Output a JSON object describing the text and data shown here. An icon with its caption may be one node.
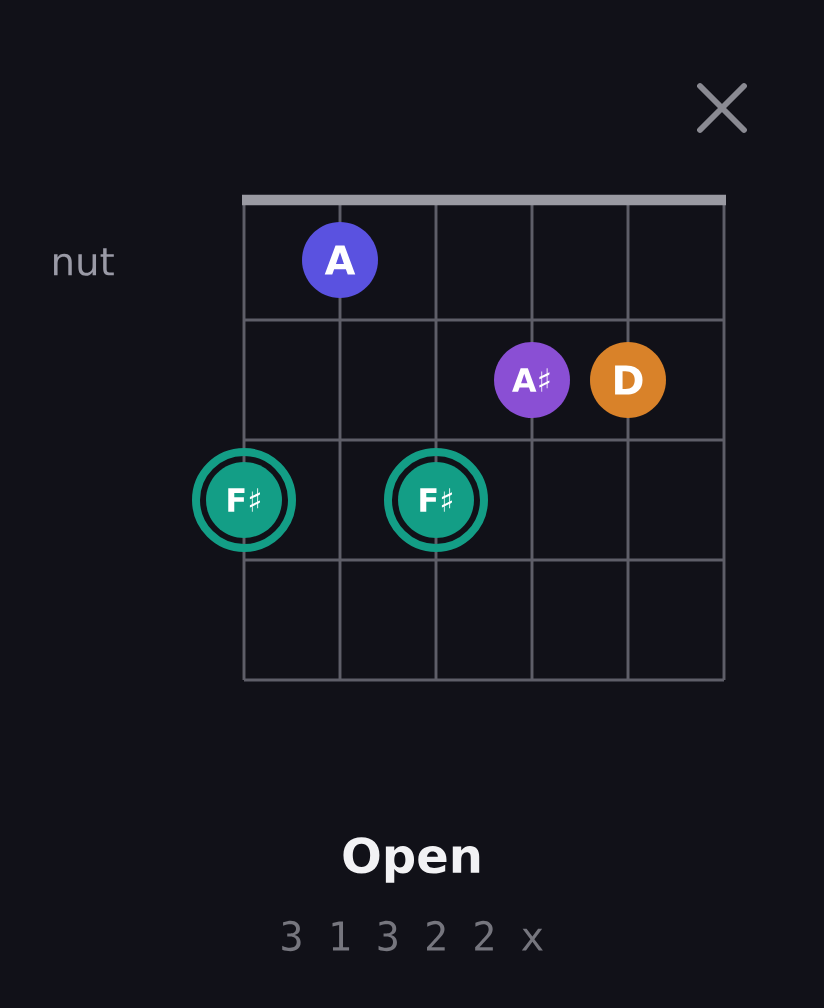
{
  "diagram": {
    "caption": "Open",
    "nodes": [
      {
        "text": [
          "A"
        ]
      },
      {
        "text": [
          "A♯"
        ]
      },
      {
        "text": [
          "D"
        ]
      },
      {
        "text": [
          "F♯"
        ]
      },
      {
        "text": [
          "F♯"
        ]
      }
    ],
    "labels": [
      "nut",
      "3 1 3 2 2 x"
    ]
  }
}
